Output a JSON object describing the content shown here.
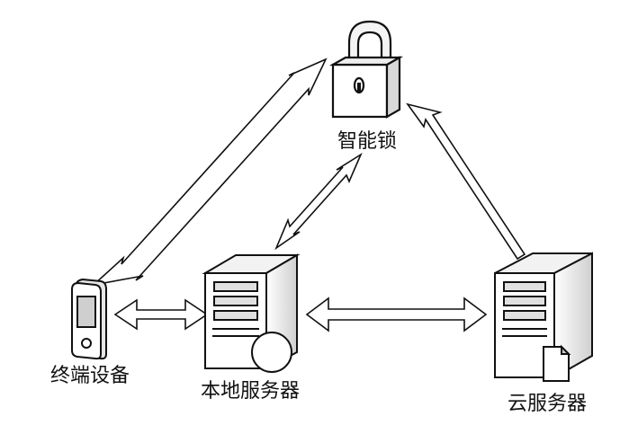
{
  "nodes": {
    "smart_lock": {
      "label": "智能锁",
      "icon": "padlock-icon"
    },
    "terminal": {
      "label": "终端设备",
      "icon": "handheld-device-icon"
    },
    "local_server": {
      "label": "本地服务器",
      "icon": "tower-server-icon"
    },
    "cloud_server": {
      "label": "云服务器",
      "icon": "tower-server-icon"
    }
  },
  "edges": [
    {
      "from": "terminal",
      "to": "smart_lock",
      "direction": "bidirectional"
    },
    {
      "from": "local_server",
      "to": "smart_lock",
      "direction": "bidirectional"
    },
    {
      "from": "cloud_server",
      "to": "smart_lock",
      "direction": "to"
    },
    {
      "from": "terminal",
      "to": "local_server",
      "direction": "bidirectional"
    },
    {
      "from": "local_server",
      "to": "cloud_server",
      "direction": "bidirectional"
    }
  ],
  "colors": {
    "line": "#111111",
    "fill": "#ffffff",
    "shade": "#d9d9d9"
  }
}
